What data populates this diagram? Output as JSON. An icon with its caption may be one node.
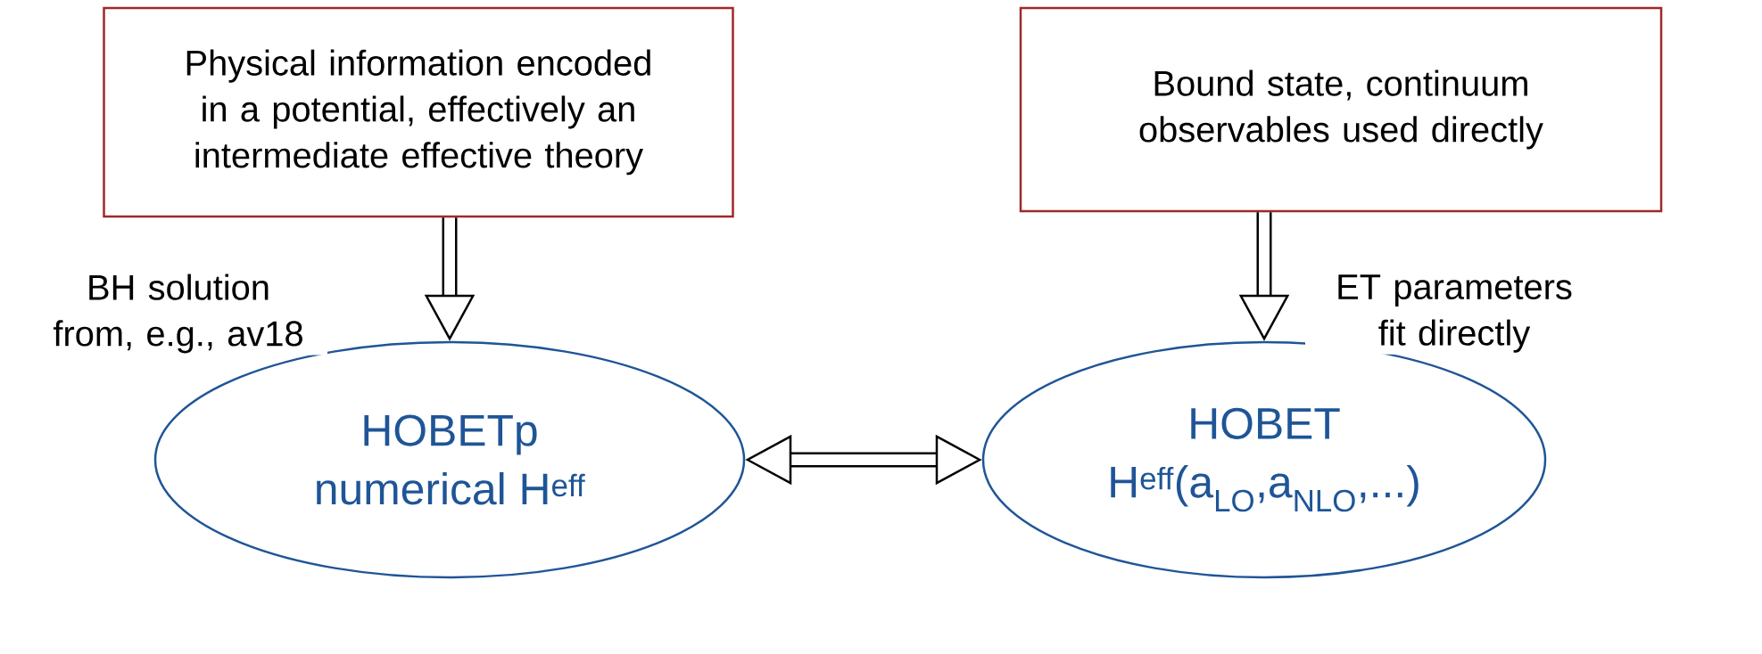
{
  "diagram": {
    "nodes": [
      {
        "text": [
          "Physical information encoded in a potential, effectively an intermediate effective theory"
        ]
      },
      {
        "text": [
          "Bound state, continuum observables used directly"
        ]
      },
      {
        "text": [
          "HOBETp",
          "numerical H$^{eff}$"
        ]
      },
      {
        "text": [
          "HOBET",
          "H$^{eff}$(a$_{LO}$,a$_{NLO}$,...)"
        ]
      }
    ],
    "edges": [
      {
        "from": 0,
        "to": 2,
        "arrow": "to",
        "label": "BH solution from, e.g., av18"
      },
      {
        "from": 1,
        "to": 3,
        "arrow": "to",
        "label": "ET parameters fit directly"
      },
      {
        "from": 2,
        "to": 3,
        "arrow": "both"
      }
    ]
  }
}
